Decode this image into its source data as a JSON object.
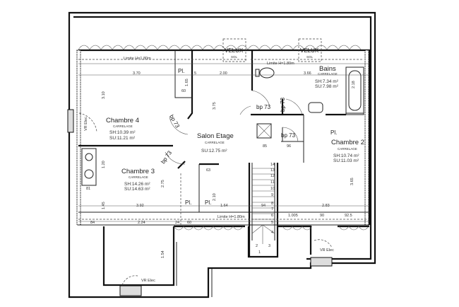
{
  "rooms": {
    "chambre4": {
      "name": "Chambre 4",
      "floor": "CARRELAGE",
      "sh": "SH:10.39 m²",
      "su": "SU:11.21 m²"
    },
    "salon": {
      "name": "Salon Etage",
      "floor": "CARRELAGE",
      "su": "SU:12.75 m²"
    },
    "bains": {
      "name": "Bains",
      "floor": "CARRELAGE",
      "sh": "SH:7.34 m²",
      "su": "SU:7.98 m²"
    },
    "chambre2": {
      "name": "Chambre 2",
      "floor": "CARRELAGE",
      "sh": "SH:10.74 m²",
      "su": "SU:11.03 m²"
    },
    "chambre3": {
      "name": "Chambre 3",
      "floor": "CARRELAGE",
      "sh": "SH:14.26 m²",
      "su": "SU:14.63 m²"
    }
  },
  "labels": {
    "limite": "Limite H=1.80m",
    "velux": "VELUX",
    "velux_sub": "SOL",
    "placard": "Pl.",
    "door": "bp 73",
    "vr_elec": "VR Elec"
  },
  "dims": {
    "d370": "3.70",
    "d200": "2.00",
    "d366": "3.66",
    "d310": "3.10",
    "d165": "1.65",
    "d60": "60",
    "d375": "3.75",
    "d218": "2.18",
    "d85": "85",
    "d96": "96",
    "d5": "5",
    "d120": "1.20",
    "d81": "81",
    "d275": "2.75",
    "d63": "63",
    "d210": "2.10",
    "d392": "3.92",
    "d164": "1.64",
    "d94": "94",
    "d283": "2.83",
    "d365": "3.65",
    "d145": "1.45",
    "d1005": "1.005",
    "d90": "90",
    "d925": "92.5",
    "d84": "84",
    "d224": "2.24",
    "d24": "24",
    "d154": "1.54"
  },
  "stairs": [
    "1",
    "2",
    "3",
    "4",
    "5",
    "6",
    "7",
    "8",
    "9",
    "10",
    "11",
    "12",
    "13",
    "14"
  ]
}
